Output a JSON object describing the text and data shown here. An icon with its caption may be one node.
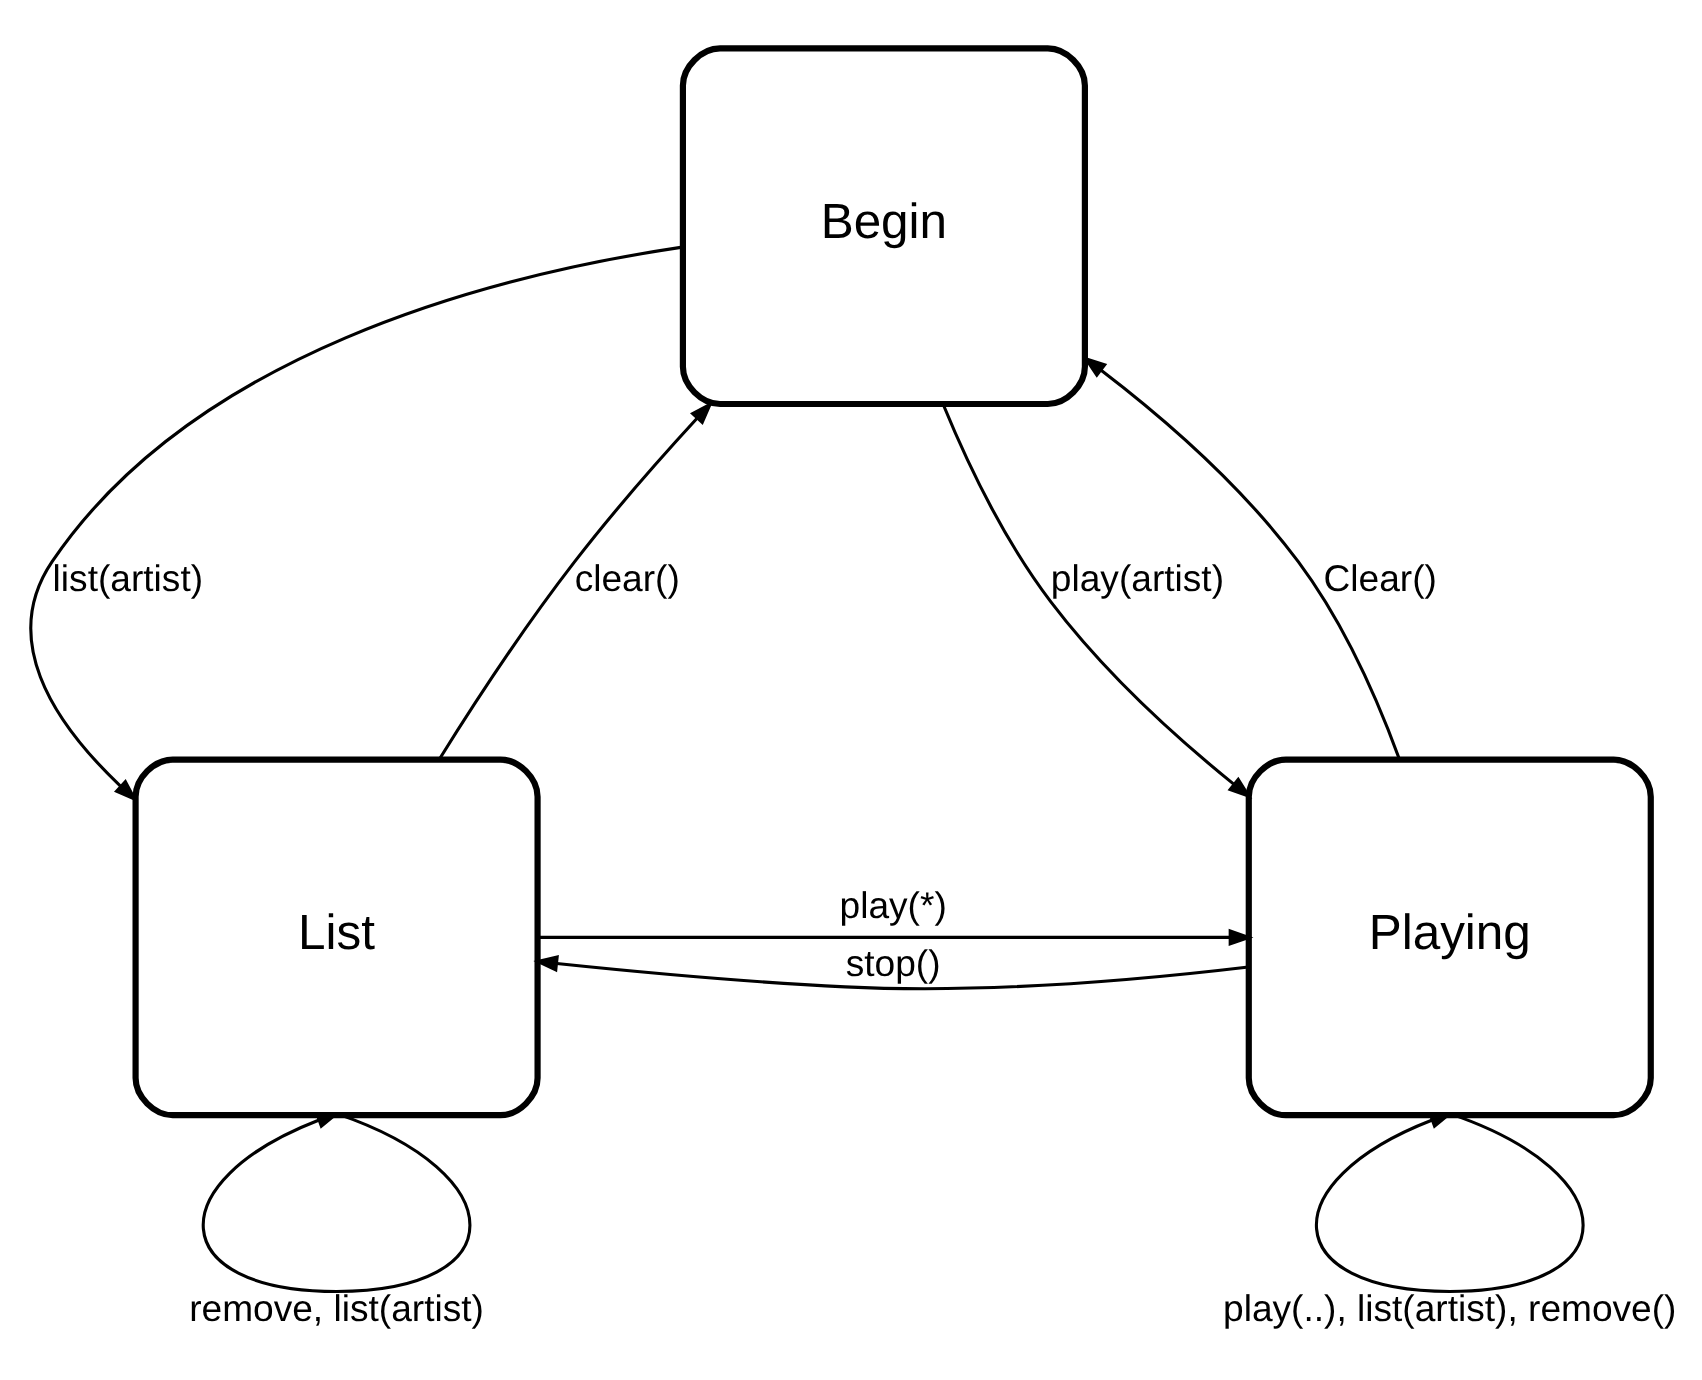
{
  "diagram": {
    "nodes": [
      {
        "text": [
          "Begin"
        ]
      },
      {
        "text": [
          "List"
        ]
      },
      {
        "text": [
          "Playing"
        ]
      }
    ],
    "edges": [
      {
        "from": 0,
        "to": 1,
        "arrow": "to",
        "label": "list(artist)"
      },
      {
        "from": 1,
        "to": 0,
        "arrow": "to",
        "label": "clear()"
      },
      {
        "from": 0,
        "to": 2,
        "arrow": "to",
        "label": "play(artist)"
      },
      {
        "from": 2,
        "to": 0,
        "arrow": "to",
        "label": "Clear()"
      },
      {
        "from": 2,
        "to": 1,
        "arrow": "to",
        "label": "stop()"
      },
      {
        "from": 1,
        "to": 2,
        "arrow": "to",
        "label": "play(*)"
      },
      {
        "from": 1,
        "to": 1,
        "arrow": "to",
        "label": "remove, list(artist)"
      },
      {
        "from": 2,
        "to": 2,
        "arrow": "to",
        "label": "play(..), list(artist), remove()"
      }
    ]
  }
}
